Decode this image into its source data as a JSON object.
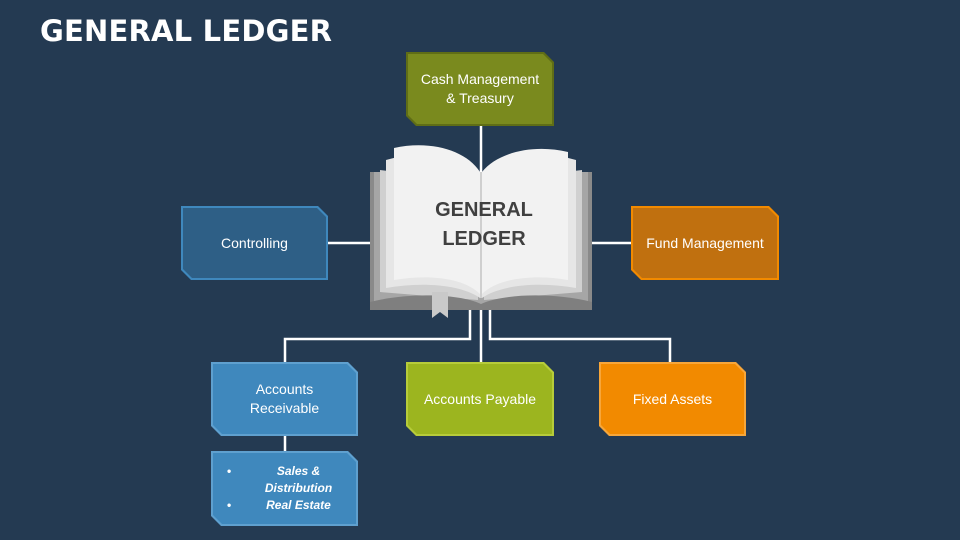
{
  "title": "GENERAL LEDGER",
  "center": {
    "line1": "GENERAL",
    "line2": "LEDGER"
  },
  "nodes": {
    "cash": "Cash Management & Treasury",
    "controlling": "Controlling",
    "fund": "Fund Management",
    "receivable": "Accounts Receivable",
    "payable": "Accounts Payable",
    "fixed_assets": "Fixed Assets"
  },
  "receivable_details": [
    "Sales & Distribution",
    "Real Estate"
  ],
  "colors": {
    "background": "#243a52",
    "green_dark": "#7a8a1e",
    "green_light": "#9cb51f",
    "blue_dark": "#2e5f86",
    "blue_light": "#3f88bd",
    "orange_dark": "#c0700f",
    "orange_light": "#f28a00",
    "connector": "#ffffff"
  }
}
